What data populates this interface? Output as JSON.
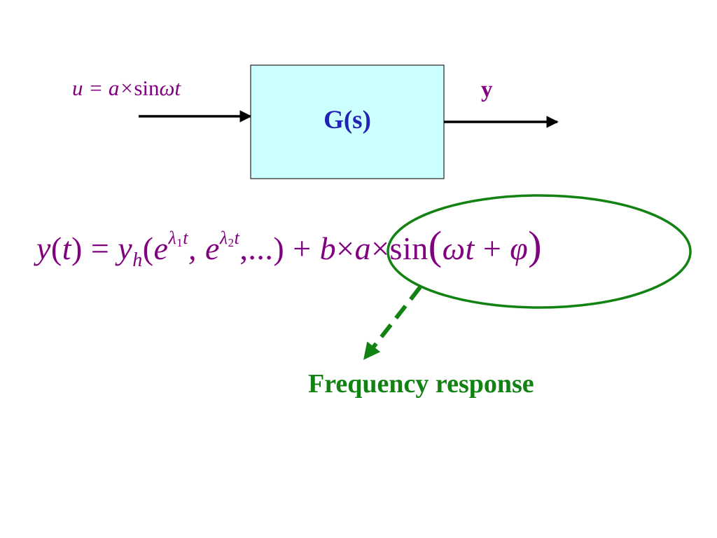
{
  "input_signal": "u = a × sin ωt",
  "output_signal": "y",
  "block": {
    "label": "G(s)",
    "fill": "#ccffff"
  },
  "equation": "y(t) = y_h(e^{λ1 t}, e^{λ2 t}, ...) + b × a × sin(ωt + φ)",
  "highlight": {
    "label": "Frequency response",
    "color": "#128212"
  },
  "colors": {
    "math": "#800080",
    "block_text": "#2222b8"
  }
}
